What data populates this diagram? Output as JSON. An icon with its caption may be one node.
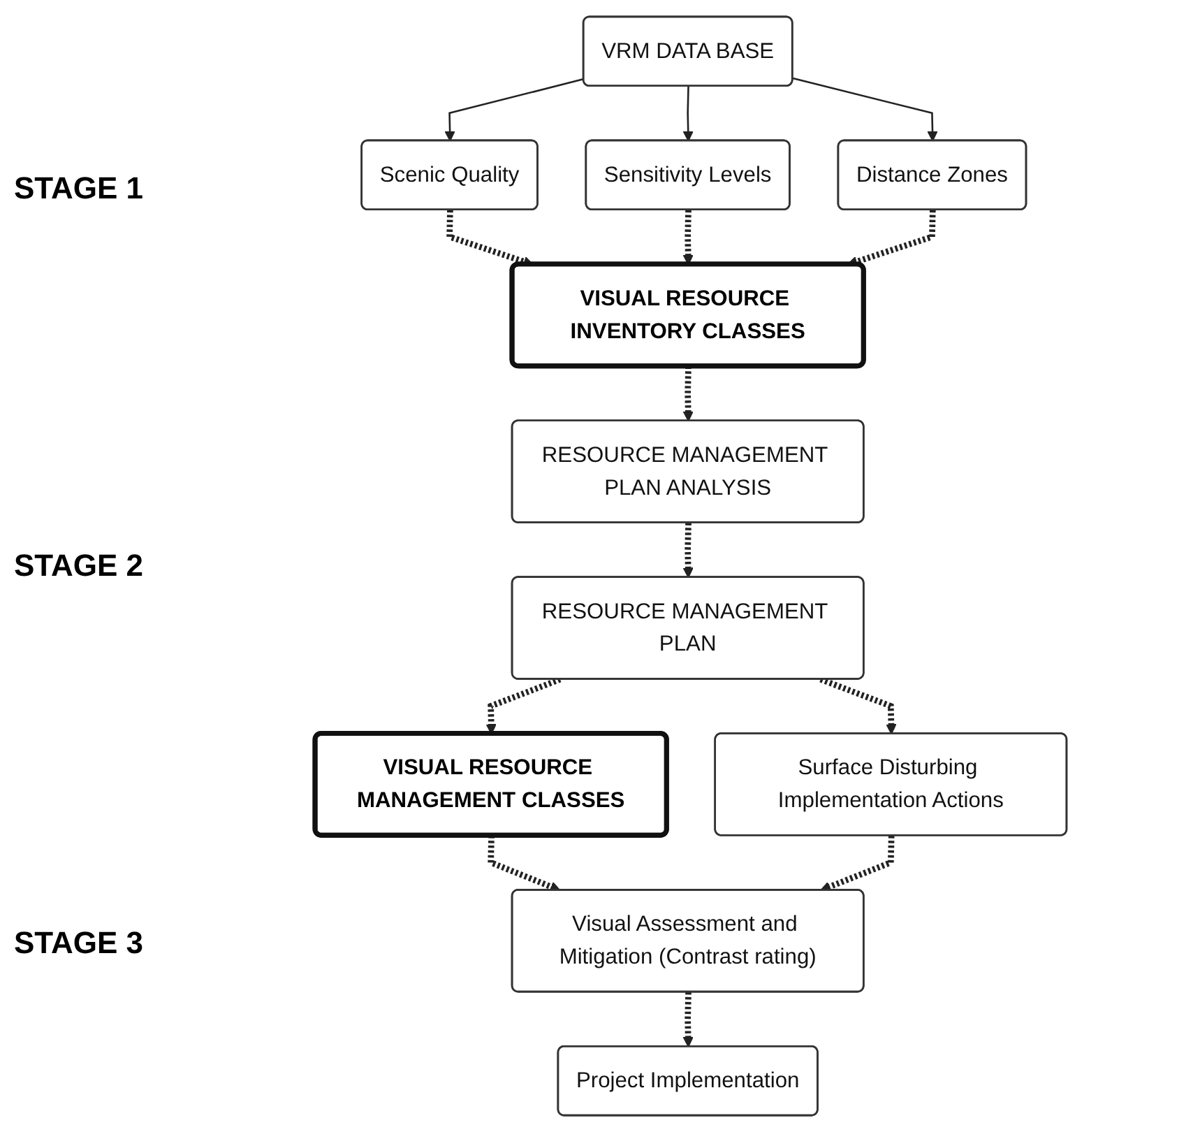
{
  "diagram": {
    "nodes": [
      {
        "text": [
          "VRM DATA BASE"
        ]
      },
      {
        "text": [
          "Scenic Quality"
        ]
      },
      {
        "text": [
          "Sensitivity Levels"
        ]
      },
      {
        "text": [
          "Distance Zones"
        ]
      },
      {
        "text": [
          "VISUAL RESOURCE INVENTORY CLASSES"
        ]
      },
      {
        "text": [
          "RESOURCE MANAGEMENT PLAN ANALYSIS"
        ]
      },
      {
        "text": [
          "RESOURCE MANAGEMENT PLAN"
        ]
      },
      {
        "text": [
          "VISUAL RESOURCE MANAGEMENT CLASSES"
        ]
      },
      {
        "text": [
          "Surface Disturbing Implementation Actions"
        ]
      },
      {
        "text": [
          "Visual Assessment and Mitigation (Contrast rating)"
        ]
      },
      {
        "text": [
          "Project Implementation"
        ]
      }
    ],
    "edges": [
      {
        "from": 0,
        "to": 1,
        "arrow": "to"
      },
      {
        "from": 0,
        "to": 2,
        "arrow": "to"
      },
      {
        "from": 0,
        "to": 3,
        "arrow": "to"
      },
      {
        "from": 1,
        "to": 4,
        "arrow": "to",
        "style": "dashed"
      },
      {
        "from": 2,
        "to": 4,
        "arrow": "to",
        "style": "dashed"
      },
      {
        "from": 3,
        "to": 4,
        "arrow": "to",
        "style": "dashed"
      },
      {
        "from": 4,
        "to": 5,
        "arrow": "to",
        "style": "dashed"
      },
      {
        "from": 5,
        "to": 6,
        "arrow": "to",
        "style": "dashed"
      },
      {
        "from": 6,
        "to": 7,
        "arrow": "to",
        "style": "dashed"
      },
      {
        "from": 6,
        "to": 8,
        "arrow": "to",
        "style": "dashed"
      },
      {
        "from": 7,
        "to": 9,
        "arrow": "to",
        "style": "dashed"
      },
      {
        "from": 8,
        "to": 9,
        "arrow": "to",
        "style": "dashed"
      },
      {
        "from": 9,
        "to": 10,
        "arrow": "to",
        "style": "dashed"
      }
    ],
    "labels": [
      "STAGE 1",
      "STAGE 2",
      "STAGE 3"
    ]
  }
}
